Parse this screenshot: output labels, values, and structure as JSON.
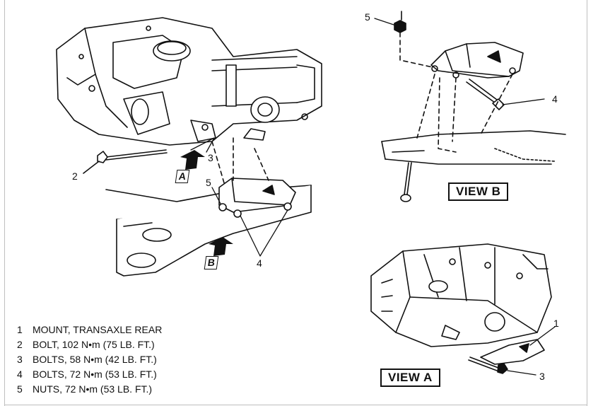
{
  "legend": [
    {
      "num": "1",
      "text": "MOUNT, TRANSAXLE REAR"
    },
    {
      "num": "2",
      "text": "BOLT, 102 N•m (75 LB. FT.)"
    },
    {
      "num": "3",
      "text": "BOLTS, 58 N•m (42 LB. FT.)"
    },
    {
      "num": "4",
      "text": "BOLTS, 72 N•m (53 LB. FT.)"
    },
    {
      "num": "5",
      "text": "NUTS, 72 N•m (53 LB. FT.)"
    }
  ],
  "views": {
    "view_b": "VIEW B",
    "view_a": "VIEW A"
  },
  "arrows": {
    "a": "A",
    "b": "B"
  },
  "callouts": {
    "main_2": "2",
    "main_3": "3",
    "main_5": "5",
    "main_4": "4",
    "vb_5": "5",
    "vb_4": "4",
    "va_1": "1",
    "va_3": "3"
  }
}
